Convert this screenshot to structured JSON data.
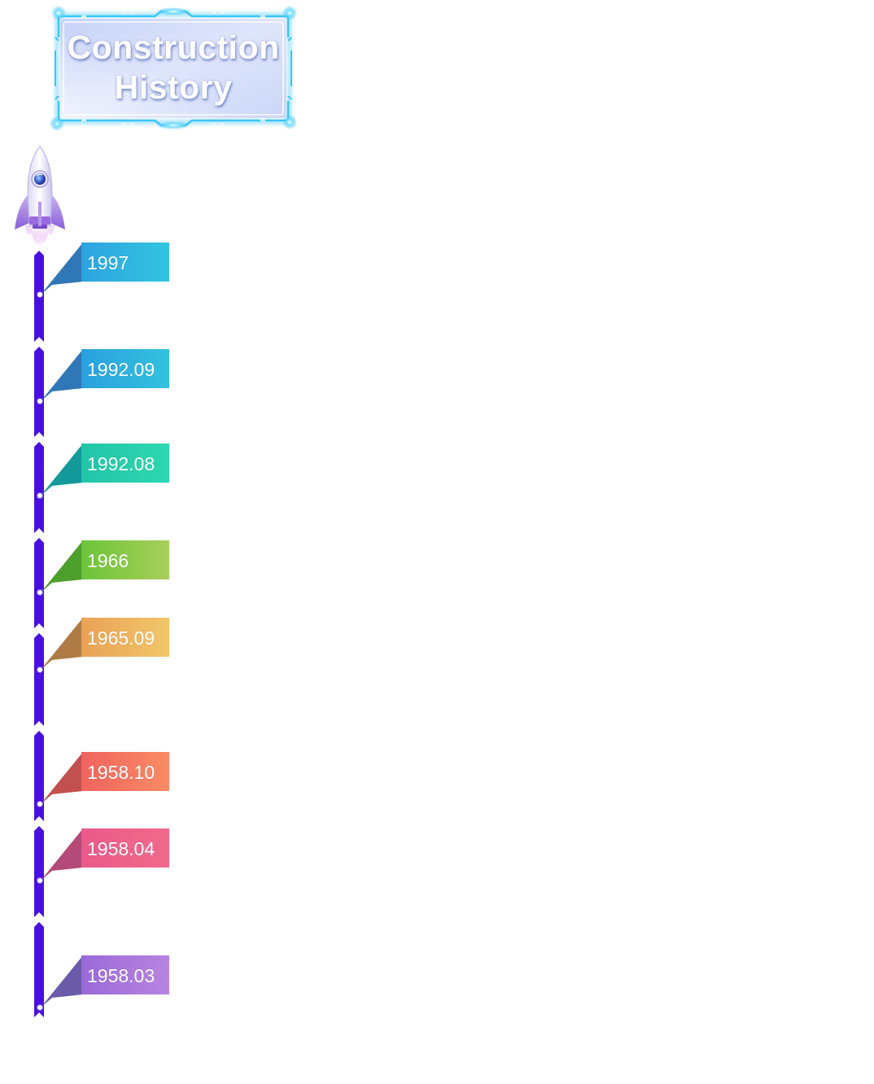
{
  "title": {
    "line1": "Construction",
    "line2": "History"
  },
  "milestones": [
    {
      "label": "1997",
      "color_dark": "#2f77b6",
      "color_start": "#2ca3e0",
      "color_end": "#33c4e0"
    },
    {
      "label": "1992.09",
      "color_dark": "#2f77b6",
      "color_start": "#2aa0de",
      "color_end": "#33c2de"
    },
    {
      "label": "1992.08",
      "color_dark": "#14999a",
      "color_start": "#22c4a8",
      "color_end": "#2fd8b0"
    },
    {
      "label": "1966",
      "color_dark": "#4f9f2c",
      "color_start": "#6cc43a",
      "color_end": "#a8cf5a"
    },
    {
      "label": "1965.09",
      "color_dark": "#b07a45",
      "color_start": "#e8a256",
      "color_end": "#f2c66a"
    },
    {
      "label": "1958.10",
      "color_dark": "#c2504e",
      "color_start": "#f0645e",
      "color_end": "#f98b64"
    },
    {
      "label": "1958.04",
      "color_dark": "#b44a78",
      "color_start": "#ea5a8a",
      "color_end": "#f06a8a"
    },
    {
      "label": "1958.03",
      "color_dark": "#6a5aa8",
      "color_start": "#9a6ad8",
      "color_end": "#b884e0"
    }
  ],
  "colors": {
    "timeline": "#4a0fe0",
    "frame_glow": "#2ab4f5",
    "frame_fill": "#cdd9f8"
  },
  "icons": {
    "rocket": "rocket-icon"
  }
}
